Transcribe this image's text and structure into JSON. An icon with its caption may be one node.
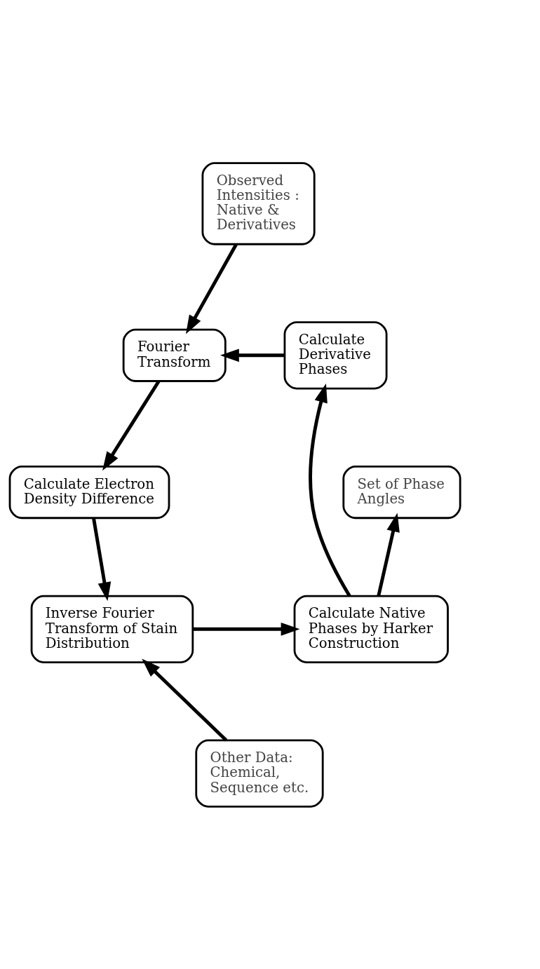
{
  "diagram": {
    "nodes": [
      {
        "text": [
          "Observed Intensities : Native & Derivatives"
        ]
      },
      {
        "text": [
          "Fourier Transform"
        ]
      },
      {
        "text": [
          "Calculate Derivative Phases"
        ]
      },
      {
        "text": [
          "Set of Phase Angles"
        ]
      },
      {
        "text": [
          "Calculate Electron Density Difference"
        ]
      },
      {
        "text": [
          "Inverse Fourier Transform of Stain Distribution"
        ]
      },
      {
        "text": [
          "Calculate Native Phases by Harker Construction"
        ]
      },
      {
        "text": [
          "Other Data: Chemical, Sequence etc."
        ]
      }
    ],
    "edges": [
      {
        "from": 0,
        "to": 1,
        "arrow": "to"
      },
      {
        "from": 2,
        "to": 1,
        "arrow": "to"
      },
      {
        "from": 1,
        "to": 4,
        "arrow": "to"
      },
      {
        "from": 4,
        "to": 5,
        "arrow": "to"
      },
      {
        "from": 5,
        "to": 6,
        "arrow": "to"
      },
      {
        "from": 6,
        "to": 2,
        "arrow": "to"
      },
      {
        "from": 6,
        "to": 3,
        "arrow": "to"
      },
      {
        "from": 7,
        "to": 5,
        "arrow": "to"
      }
    ]
  }
}
